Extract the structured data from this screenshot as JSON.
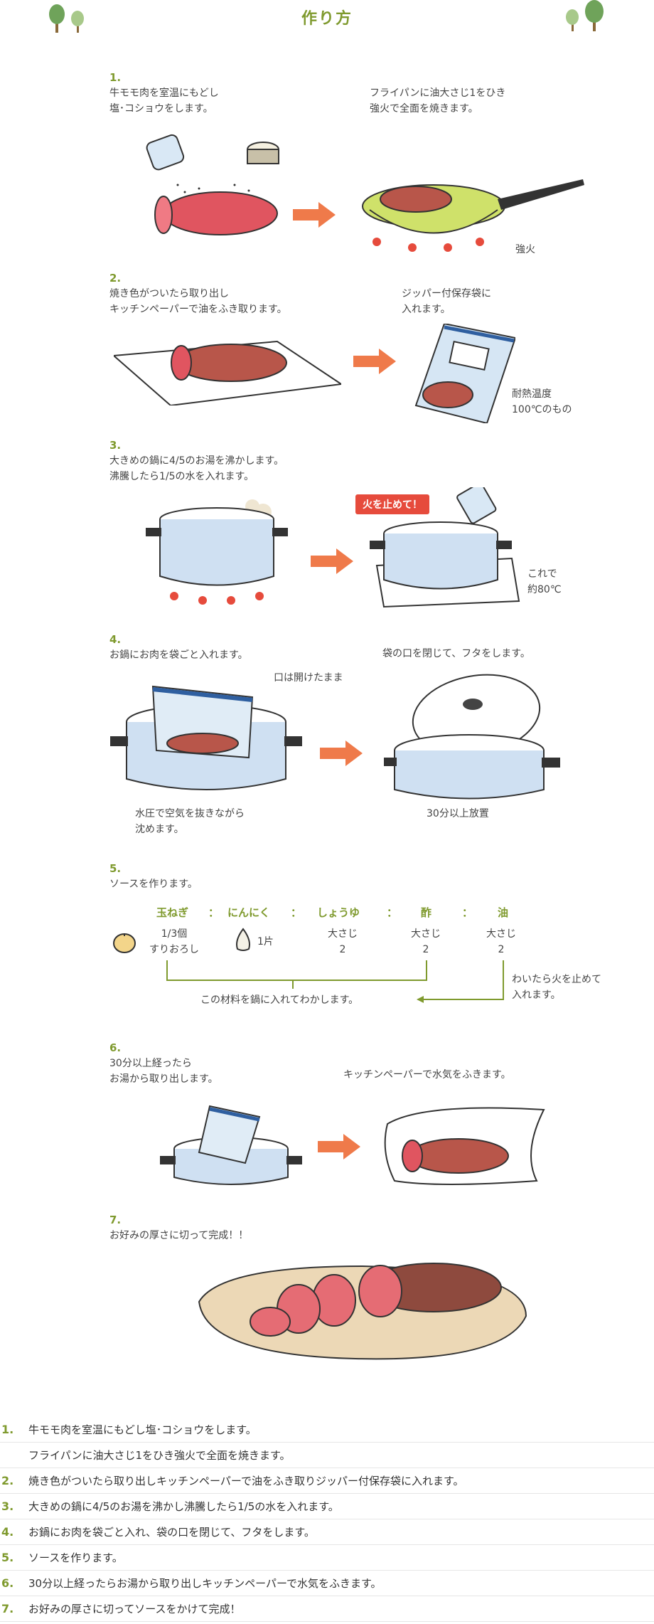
{
  "header": {
    "title": "作り方"
  },
  "steps": [
    {
      "num": "1.",
      "left": "牛モモ肉を室温にもどし\n塩･コショウをします。",
      "right": "フライパンに油大さじ1をひき\n強火で全面を焼きます。",
      "note": "強火"
    },
    {
      "num": "2.",
      "left": "焼き色がついたら取り出し\nキッチンペーパーで油をふき取ります。",
      "right": "ジッパー付保存袋に\n入れます。",
      "note": "耐熱温度\n100℃のもの"
    },
    {
      "num": "3.",
      "left": "大きめの鍋に4/5のお湯を沸かします。\n沸騰したら1/5の水を入れます。",
      "tag": "火を止めて！",
      "note": "これで\n約80℃"
    },
    {
      "num": "4.",
      "left": "お鍋にお肉を袋ごと入れます。",
      "right": "袋の口を閉じて、フタをします。",
      "note_top": "口は開けたまま",
      "bottom_left": "水圧で空気を抜きながら\n沈めます。",
      "bottom_right": "30分以上放置"
    },
    {
      "num": "5.",
      "left": "ソースを作ります。"
    },
    {
      "num": "6.",
      "left": "30分以上経ったら\nお湯から取り出します。",
      "right": "キッチンペーパーで水気をふきます。"
    },
    {
      "num": "7.",
      "left": "お好みの厚さに切って完成！！"
    }
  ],
  "sauce": {
    "headers": [
      "玉ねぎ",
      "：",
      "にんにく",
      "：",
      "しょうゆ",
      "：",
      "酢",
      "：",
      "油"
    ],
    "onion": "1/3個\nすりおろし",
    "garlic": "1片",
    "soy": "大さじ\n2",
    "vinegar": "大さじ\n2",
    "oil": "大さじ\n2",
    "mix": "この材料を鍋に入れてわかします。",
    "boil_note": "わいたら火を止めて\n入れます。"
  },
  "summary": [
    {
      "n": "1.",
      "t": "牛モモ肉を室温にもどし塩･コショウをします。"
    },
    {
      "n": "",
      "t": "フライパンに油大さじ1をひき強火で全面を焼きます。"
    },
    {
      "n": "2.",
      "t": "焼き色がついたら取り出しキッチンペーパーで油をふき取りジッパー付保存袋に入れます。"
    },
    {
      "n": "3.",
      "t": "大きめの鍋に4/5のお湯を沸かし沸騰したら1/5の水を入れます。"
    },
    {
      "n": "4.",
      "t": "お鍋にお肉を袋ごと入れ、袋の口を閉じて、フタをします。"
    },
    {
      "n": "5.",
      "t": "ソースを作ります。"
    },
    {
      "n": "6.",
      "t": "30分以上経ったらお湯から取り出しキッチンペーパーで水気をふきます。"
    },
    {
      "n": "7.",
      "t": "お好みの厚さに切ってソースをかけて完成！"
    }
  ]
}
